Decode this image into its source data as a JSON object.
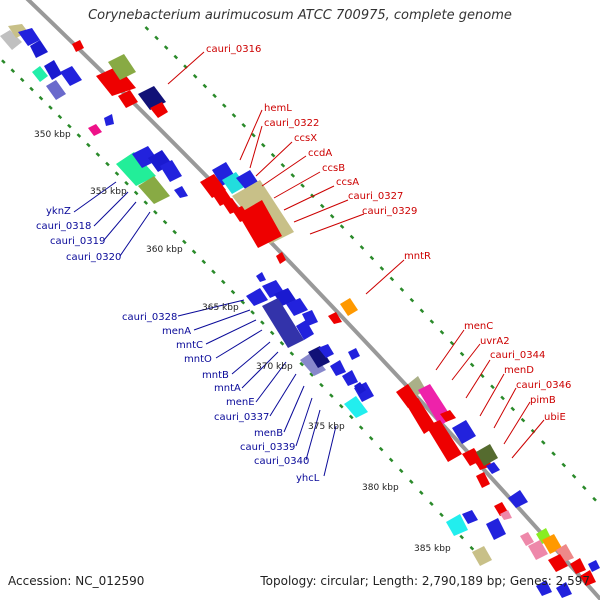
{
  "title": "Corynebacterium aurimucosum ATCC 700975, complete genome",
  "footer": {
    "accession": "Accession: NC_012590",
    "topology": "Topology: circular; Length: 2,790,189 bp; Genes: 2,597"
  },
  "colors": {
    "backbone": "#888888",
    "red_label": "#cc0000",
    "blue_label": "#0a0a99",
    "tick": "#2a8a2a"
  },
  "kbp_labels": [
    "350 kbp",
    "355 kbp",
    "360 kbp",
    "365 kbp",
    "370 kbp",
    "375 kbp",
    "380 kbp",
    "385 kbp"
  ],
  "right_labels": [
    "cauri_0316",
    "hemL",
    "cauri_0322",
    "ccsX",
    "ccdA",
    "ccsB",
    "ccsA",
    "cauri_0327",
    "cauri_0329",
    "mntR",
    "menC",
    "uvrA2",
    "cauri_0344",
    "menD",
    "cauri_0346",
    "pimB",
    "ubiE"
  ],
  "left_labels": [
    "yknZ",
    "cauri_0318",
    "cauri_0319",
    "cauri_0320",
    "cauri_0328",
    "menA",
    "mntC",
    "mntO",
    "mntB",
    "mntA",
    "menE",
    "cauri_0337",
    "menB",
    "cauri_0339",
    "cauri_0340",
    "yhcL"
  ]
}
